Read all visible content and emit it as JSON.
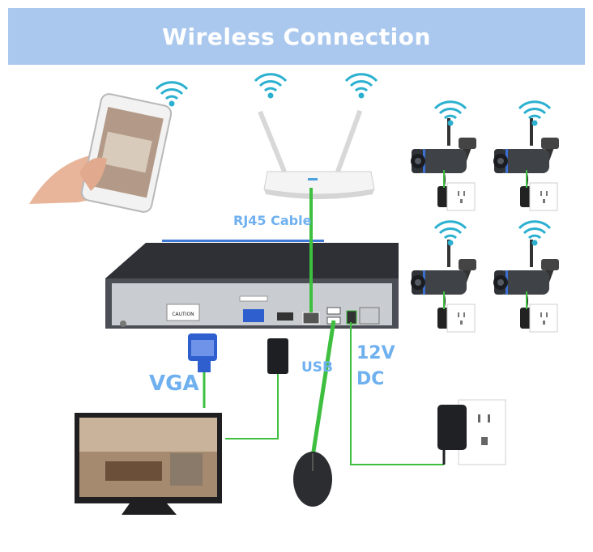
{
  "banner": {
    "title": "Wireless Connection"
  },
  "labels": {
    "rj45": "RJ45 Cable",
    "vga": "VGA",
    "usb": "USB",
    "power_line1": "12V",
    "power_line2": "DC"
  },
  "nvr": {
    "caution": "CAUTION"
  },
  "colors": {
    "banner": "#aac8ee",
    "label_text": "#6fb0ef",
    "cable": "#3fbf3f",
    "wifi": "#2bb0d0",
    "nvr_body": "#3a3d44",
    "vga_connector": "#2f5fcf"
  }
}
